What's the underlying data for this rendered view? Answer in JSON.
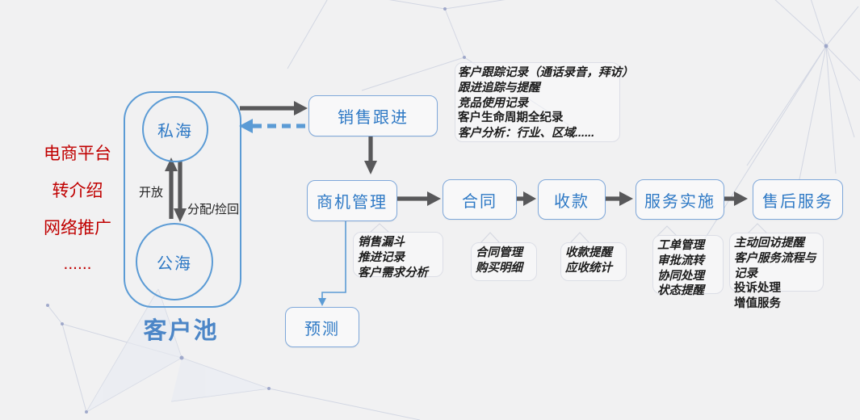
{
  "colors": {
    "background": "#f1f1f2",
    "box_border": "#7FA8DA",
    "box_text": "#2E79C5",
    "pool_border": "#5B9BD5",
    "pool_title_color": "#4C86C7",
    "arrow_dark": "#58585A",
    "arrow_dashed_blue": "#5B9BD5",
    "source_text": "#C00000",
    "note_text": "#1C1C1C"
  },
  "sources": {
    "items": [
      "电商平台",
      "转介绍",
      "网络推广",
      "......"
    ]
  },
  "pool": {
    "title": "客户池",
    "private": "私海",
    "public": "公海",
    "open_label": "开放",
    "assign_label": "分配/捡回"
  },
  "flow": {
    "sales": "销售跟进",
    "opportunity": "商机管理",
    "contract": "合同",
    "payment": "收款",
    "service": "服务实施",
    "aftersales": "售后服务",
    "forecast": "预测"
  },
  "notes": {
    "sales": [
      "客户跟踪记录（通话录音，拜访）",
      "跟进追踪与提醒",
      "竞品使用记录",
      "客户生命周期全纪录",
      "客户分析：行业、区域......"
    ],
    "opportunity": [
      "销售漏斗",
      "推进记录",
      "客户需求分析"
    ],
    "contract": [
      "合同管理",
      "购买明细"
    ],
    "payment": [
      "收款提醒",
      "应收统计"
    ],
    "service": [
      "工单管理",
      "审批流转",
      "协同处理",
      "状态提醒"
    ],
    "aftersales": [
      "主动回访提醒",
      "客户服务流程与",
      "记录",
      "投诉处理",
      "增值服务"
    ]
  }
}
